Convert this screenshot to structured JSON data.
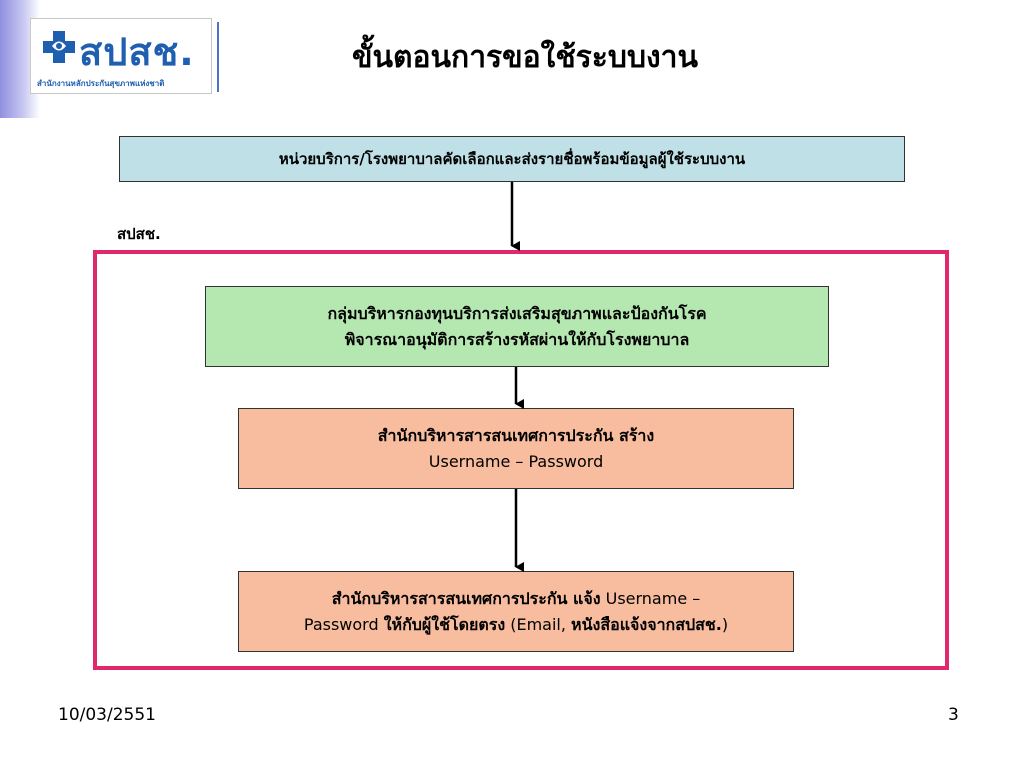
{
  "header": {
    "logo_text": "สปสช.",
    "logo_subtext": "สำนักงานหลักประกันสุขภาพแห่งชาติ",
    "title": "ขั้นตอนการขอใช้ระบบงาน"
  },
  "diagram": {
    "step1": "หน่วยบริการ/โรงพยาบาลคัดเลือกและส่งรายชื่อพร้อมข้อมูลผู้ใช้ระบบงาน",
    "org_label": "สปสช.",
    "step2": {
      "line1": "กลุ่มบริหารกองทุนบริการส่งเสริมสุขภาพและป้องกันโรค",
      "line2": "พิจารณาอนุมัติการสร้างรหัสผ่านให้กับโรงพยาบาล"
    },
    "step3": {
      "line1": "สำนักบริหารสารสนเทศการประกัน สร้าง",
      "line2": "Username – Password"
    },
    "step4": {
      "line1_th": "สำนักบริหารสารสนเทศการประกัน แจ้ง",
      "line1_en": " Username –",
      "line2_en1": "Password ",
      "line2_th1": "ให้กับผู้ใช้โดยตรง",
      "line2_en2": " (Email, ",
      "line2_th2": "หนังสือแจ้งจากสปสช.",
      "line2_en3": ")"
    },
    "colors": {
      "step1": "#bfe0e6",
      "step2": "#b5e8b0",
      "step3": "#f8bc9f",
      "step4": "#f8bc9f",
      "frame": "#e0286d"
    }
  },
  "footer": {
    "date": "10/03/2551",
    "page": "3"
  }
}
